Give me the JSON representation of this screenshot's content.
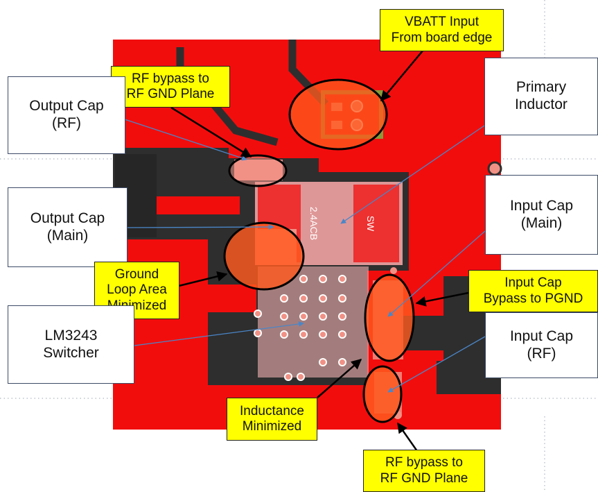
{
  "colors": {
    "board_red": "#f20d0d",
    "ground_dark": "#2e2e2e",
    "pad_salmon": "#f19186",
    "highlight_orange": "#ff5a1e",
    "callout_yellow": "#ffff00",
    "leader_blue": "#4a86c8",
    "leader_black": "#000000"
  },
  "silkscreen": {
    "net_left": "2.4ACB",
    "net_right": "SW"
  },
  "callouts": {
    "vbatt_input": "VBATT Input\nFrom board edge",
    "rf_bypass_top": "RF bypass to\nRF GND Plane",
    "output_cap_rf": "Output Cap\n(RF)",
    "primary_inductor": "Primary\nInductor",
    "output_cap_main": "Output Cap\n(Main)",
    "input_cap_main": "Input Cap\n(Main)",
    "ground_loop": "Ground\nLoop Area\nMinimized",
    "input_cap_bypass": "Input Cap\nBypass to PGND",
    "lm3243_switcher": "LM3243\nSwitcher",
    "input_cap_rf": "Input Cap\n(RF)",
    "inductance_minimized": "Inductance\nMinimized",
    "rf_bypass_bottom": "RF bypass to\nRF GND Plane"
  }
}
